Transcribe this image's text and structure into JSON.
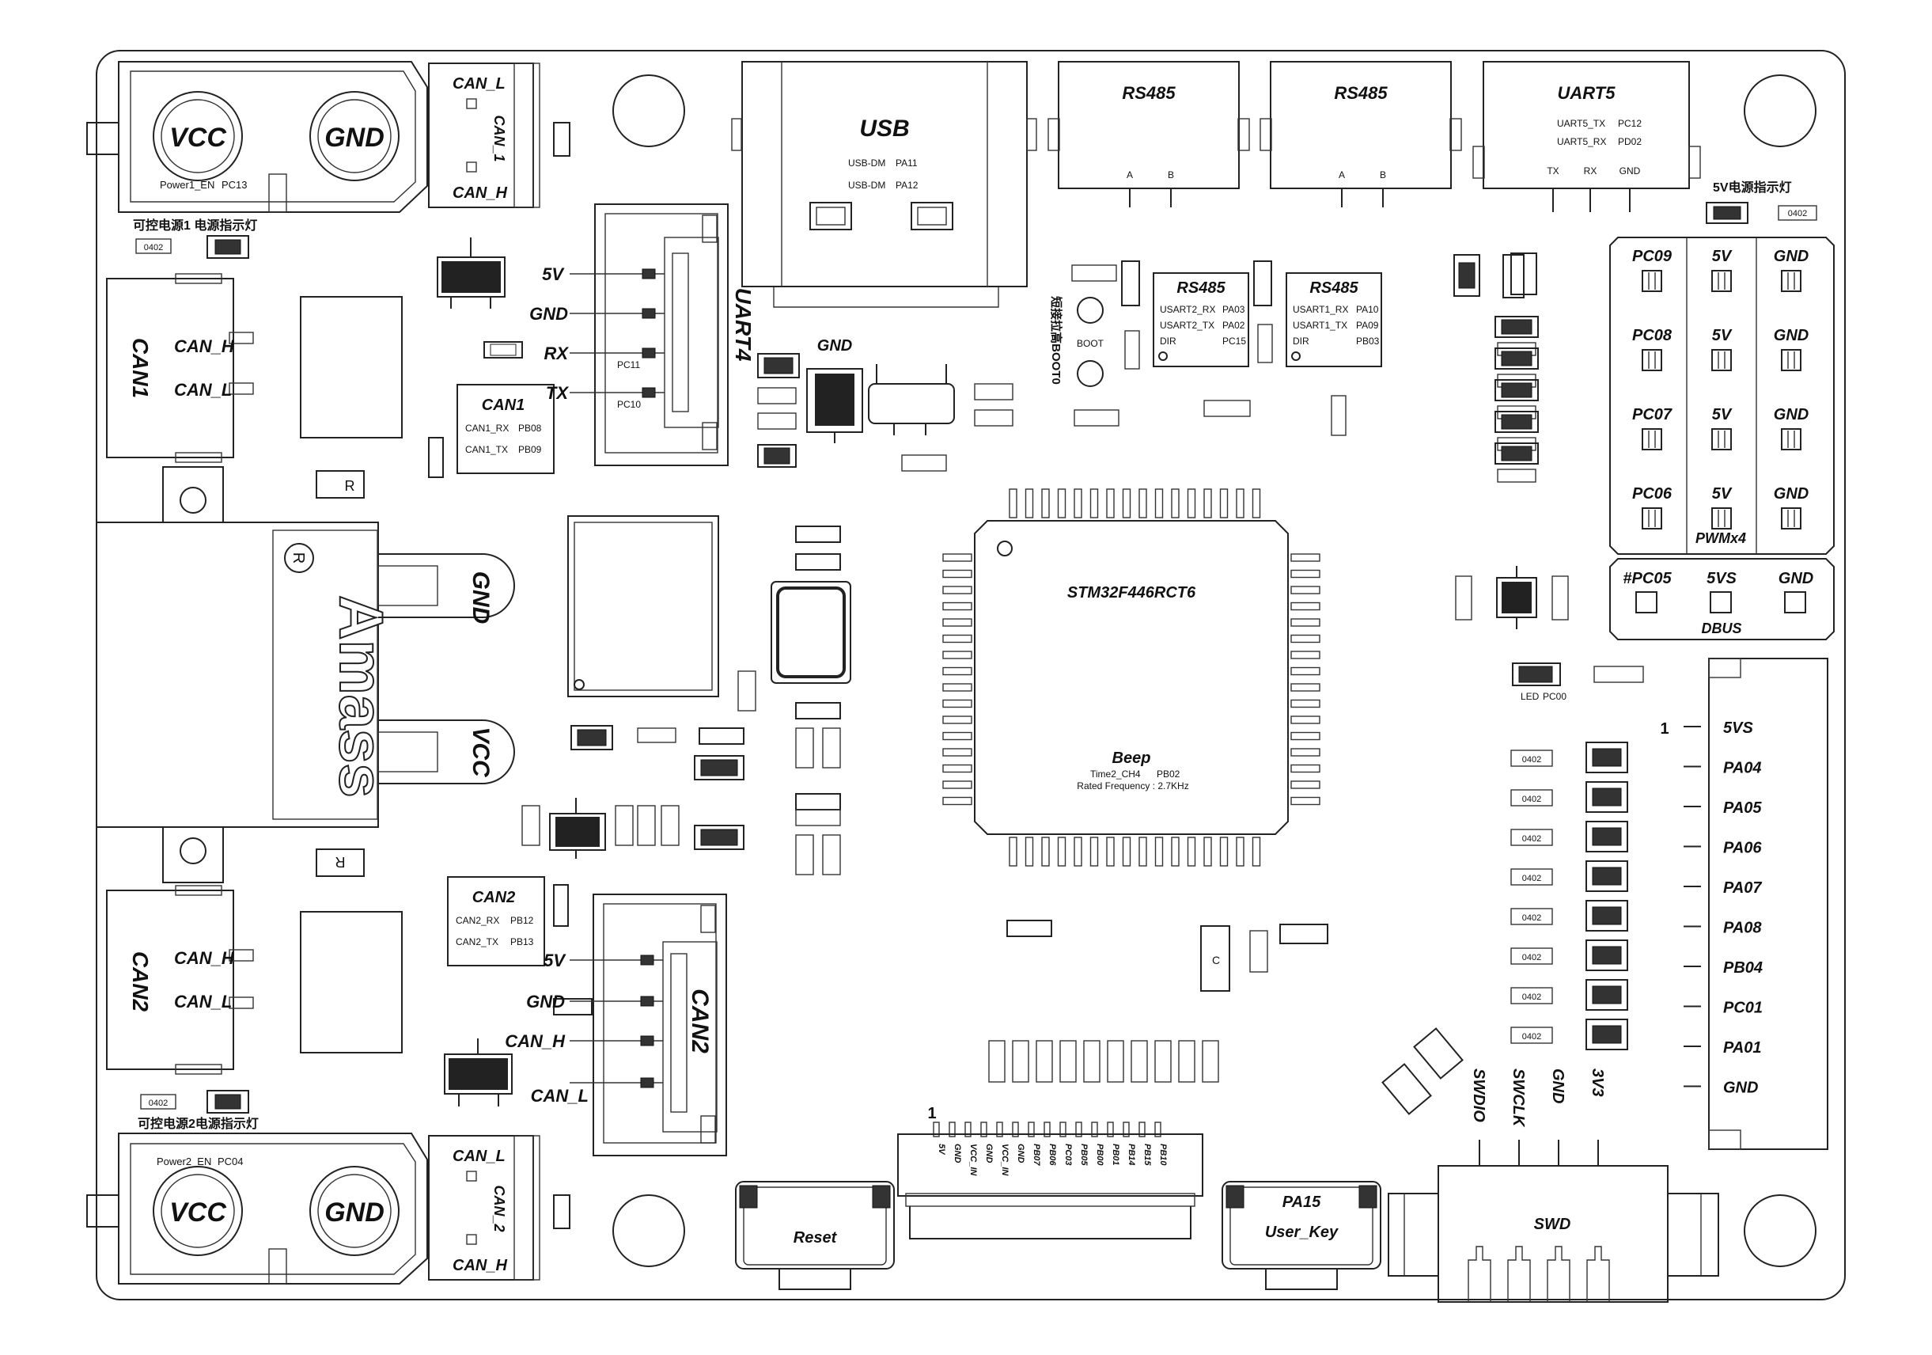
{
  "board": {
    "pwr1": {
      "vcc": "VCC",
      "gnd": "GND",
      "en": "Power1_EN",
      "pin": "PC13",
      "note": "可控电源1 电源指示灯"
    },
    "pwr2": {
      "vcc": "VCC",
      "gnd": "GND",
      "en": "Power2_EN",
      "pin": "PC04",
      "note": "可控电源2电源指示灯"
    },
    "can_term1": {
      "l": "CAN_L",
      "h": "CAN_H",
      "name": "CAN_1"
    },
    "can_term2": {
      "l": "CAN_L",
      "h": "CAN_H",
      "name": "CAN_2"
    },
    "can1_port": {
      "name": "CAN1",
      "h": "CAN_H",
      "l": "CAN_L"
    },
    "can2_port": {
      "name": "CAN2",
      "h": "CAN_H",
      "l": "CAN_L"
    },
    "uart4": {
      "name": "UART4",
      "pins": [
        "5V",
        "GND",
        "RX",
        "TX"
      ],
      "pc11": "PC11",
      "pc10": "PC10"
    },
    "can2_hdr": {
      "name": "CAN2",
      "pins": [
        "5V",
        "GND",
        "CAN_H",
        "CAN_L"
      ]
    },
    "can1_chip": {
      "title": "CAN1",
      "rx": "CAN1_RX",
      "rx_pin": "PB08",
      "tx": "CAN1_TX",
      "tx_pin": "PB09"
    },
    "can2_chip": {
      "title": "CAN2",
      "rx": "CAN2_RX",
      "rx_pin": "PB12",
      "tx": "CAN2_TX",
      "tx_pin": "PB13"
    },
    "usb": {
      "title": "USB",
      "dm": "USB-DM",
      "dm_pin": "PA11",
      "dp": "USB-DM",
      "dp_pin": "PA12"
    },
    "rs485_conn": [
      {
        "title": "RS485",
        "a": "A",
        "b": "B"
      },
      {
        "title": "RS485",
        "a": "A",
        "b": "B"
      }
    ],
    "uart5": {
      "title": "UART5",
      "tx": "UART5_TX",
      "tx_pin": "PC12",
      "rx": "UART5_RX",
      "rx_pin": "PD02",
      "p1": "TX",
      "p2": "RX",
      "p3": "GND"
    },
    "led5v": "5V电源指示灯",
    "rs485_chip2": {
      "title": "RS485",
      "l1": "USART2_RX",
      "p1": "PA03",
      "l2": "USART2_TX",
      "p2": "PA02",
      "l3": "DIR",
      "p3": "PC15"
    },
    "rs485_chip1": {
      "title": "RS485",
      "l1": "USART1_RX",
      "p1": "PA10",
      "l2": "USART1_TX",
      "p2": "PA09",
      "l3": "DIR",
      "p3": "PB03"
    },
    "boot": {
      "label": "BOOT",
      "note": "短接拉高BOOT0"
    },
    "gnd_label": "GND",
    "mcu": {
      "name": "STM32F446RCT6",
      "beep": "Beep",
      "tim": "Time2_CH4",
      "tim_pin": "PB02",
      "freq": "Rated Frequency : 2.7KHz"
    },
    "amass": {
      "brand": "Amass",
      "gnd": "GND",
      "vcc": "VCC",
      "r": "R"
    },
    "pwm": {
      "rows": [
        [
          "PC09",
          "5V",
          "GND"
        ],
        [
          "PC08",
          "5V",
          "GND"
        ],
        [
          "PC07",
          "5V",
          "GND"
        ],
        [
          "PC06",
          "5V",
          "GND"
        ]
      ],
      "label": "PWMx4"
    },
    "dbus": {
      "pins": [
        "#PC05",
        "5VS",
        "GND"
      ],
      "label": "DBUS"
    },
    "led": {
      "label": "LED",
      "pin": "PC00"
    },
    "ext": {
      "one": "1",
      "pins": [
        "5VS",
        "PA04",
        "PA05",
        "PA06",
        "PA07",
        "PA08",
        "PB04",
        "PC01",
        "PA01",
        "GND"
      ]
    },
    "fpc": {
      "one": "1",
      "pins": [
        "5V",
        "GND",
        "VCC_IN",
        "GND",
        "VCC_IN",
        "GND",
        "PB07",
        "PB06",
        "PC03",
        "PB05",
        "PB00",
        "PB01",
        "PB14",
        "PB15",
        "PB10"
      ]
    },
    "reset": "Reset",
    "userkey": {
      "label": "User_Key",
      "pin": "PA15"
    },
    "swd": {
      "name": "SWD",
      "pins": [
        "SWDIO",
        "SWCLK",
        "GND",
        "3V3"
      ]
    },
    "pkg": {
      "r0402": "0402",
      "cap": "C"
    }
  }
}
